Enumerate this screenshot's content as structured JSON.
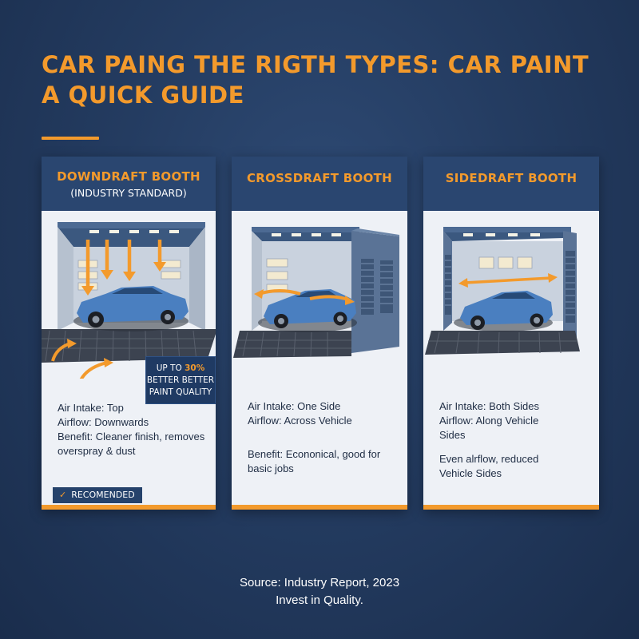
{
  "title": {
    "line1": "CAR PAING THE RIGTH TYPES: CAR PAINT",
    "line2": "A QUICK GUIDE"
  },
  "colors": {
    "accent": "#f39a2c",
    "navy": "#2a4670",
    "car": "#4a7fc0"
  },
  "cards": [
    {
      "title": "DOWNDRAFT BOOTH",
      "subtitle": "(INDUSTRY STANDARD)",
      "lines": [
        "Air Intake: Top",
        "Airflow: Downwards",
        "Benefit: Cleaner finish, removes",
        "overspray & dust"
      ],
      "badge": {
        "prefix": "UP TO",
        "value": "30%",
        "line2": "BETTER BETTER",
        "line3": "PAINT QUALITY"
      },
      "recommended": "RECOMENDED",
      "icons": [
        "downward-arrow-icon",
        "curved-intake-arrow-icon",
        "check-icon"
      ]
    },
    {
      "title": "CROSSDRAFT BOOTH",
      "lines": [
        "Air Intake: One Side",
        "Airflow: Across Vehicle"
      ],
      "lines2": [
        "Benefit: Econonical, good for",
        "basic jobs"
      ],
      "icons": [
        "horizontal-arrow-icon"
      ]
    },
    {
      "title": "SIDEDRAFT BOOTH",
      "lines": [
        "Air Intake: Both Sides",
        "Airflow: Along Vehicle",
        "Sides"
      ],
      "lines2": [
        "Even alrflow, reduced",
        "Vehicle Sides"
      ],
      "icons": [
        "double-arrow-icon"
      ]
    }
  ],
  "footer": {
    "source": "Source: Industry Report, 2023",
    "tagline": "Invest in Quality."
  }
}
